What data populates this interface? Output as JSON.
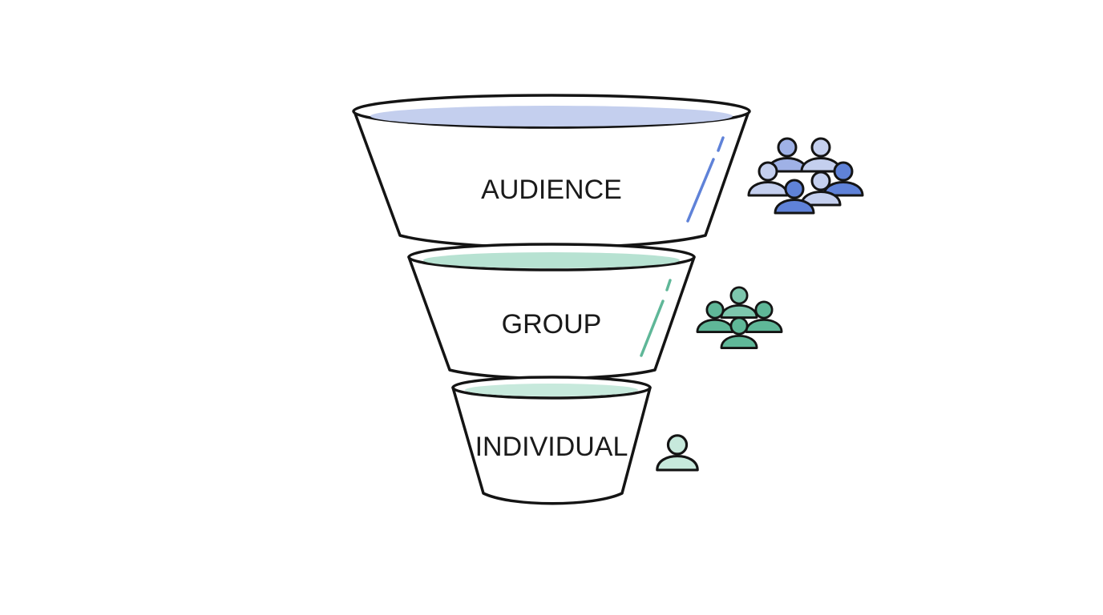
{
  "colors": {
    "background": "#ffffff",
    "outline": "#141414",
    "blue_light": "#c4cfee",
    "blue_mid": "#9fb1e6",
    "blue_dark": "#5f82d8",
    "green_light": "#b7e2d2",
    "green_mid": "#7dc6ad",
    "green_dark": "#5fb798"
  },
  "funnel": {
    "tiers": [
      {
        "label": "AUDIENCE",
        "accent": "blue",
        "icon": "crowd-icon"
      },
      {
        "label": "GROUP",
        "accent": "green",
        "icon": "group-icon"
      },
      {
        "label": "INDIVIDUAL",
        "accent": "green",
        "icon": "person-icon"
      }
    ]
  }
}
